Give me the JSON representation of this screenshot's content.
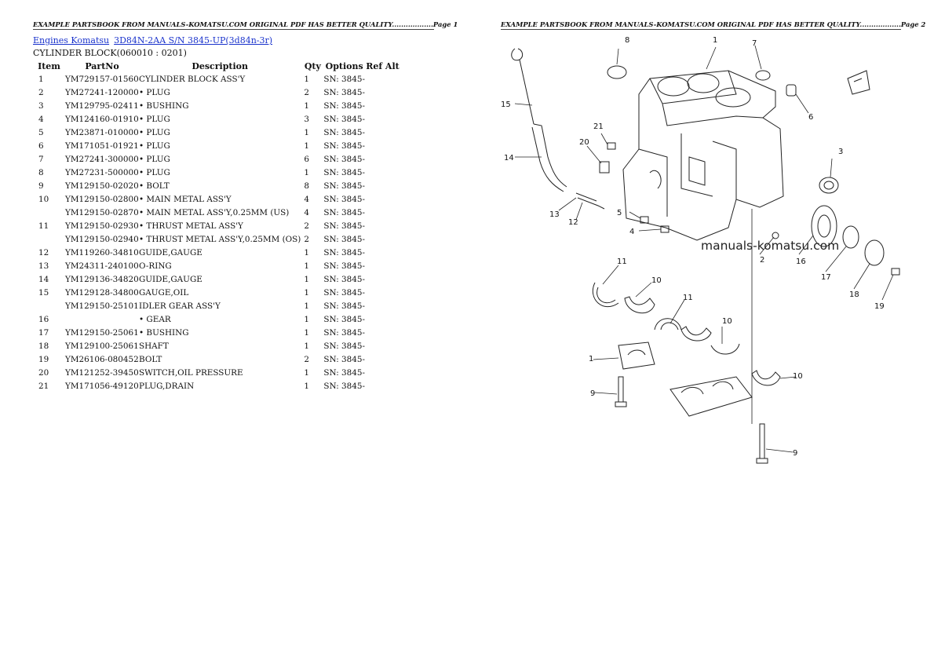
{
  "headers": {
    "left": "EXAMPLE PARTSBOOK FROM MANUALS-KOMATSU.COM ORIGINAL PDF HAS BETTER QUALITY..................Page 1",
    "right": "EXAMPLE PARTSBOOK FROM MANUALS-KOMATSU.COM ORIGINAL PDF HAS BETTER QUALITY..................Page 2"
  },
  "breadcrumb": {
    "link1": "Engines Komatsu",
    "link2": "3D84N-2AA S/N 3845-UP(3d84n-3r)"
  },
  "section_title": "CYLINDER BLOCK(060010 : 0201)",
  "table": {
    "columns": [
      "Item",
      "PartNo",
      "Description",
      "Qty",
      "Options",
      "Ref Alt"
    ],
    "rows": [
      {
        "item": "1",
        "part": "YM729157-01560",
        "desc": "CYLINDER BLOCK ASS'Y",
        "qty": "1",
        "opt": "SN: 3845-"
      },
      {
        "item": "2",
        "part": "YM27241-120000",
        "desc": "• PLUG",
        "qty": "2",
        "opt": "SN: 3845-"
      },
      {
        "item": "3",
        "part": "YM129795-02411",
        "desc": "• BUSHING",
        "qty": "1",
        "opt": "SN: 3845-"
      },
      {
        "item": "4",
        "part": "YM124160-01910",
        "desc": "• PLUG",
        "qty": "3",
        "opt": "SN: 3845-"
      },
      {
        "item": "5",
        "part": "YM23871-010000",
        "desc": "• PLUG",
        "qty": "1",
        "opt": "SN: 3845-"
      },
      {
        "item": "6",
        "part": "YM171051-01921",
        "desc": "• PLUG",
        "qty": "1",
        "opt": "SN: 3845-"
      },
      {
        "item": "7",
        "part": "YM27241-300000",
        "desc": "• PLUG",
        "qty": "6",
        "opt": "SN: 3845-"
      },
      {
        "item": "8",
        "part": "YM27231-500000",
        "desc": "• PLUG",
        "qty": "1",
        "opt": "SN: 3845-"
      },
      {
        "item": "9",
        "part": "YM129150-02020",
        "desc": "• BOLT",
        "qty": "8",
        "opt": "SN: 3845-"
      },
      {
        "item": "10",
        "part": "YM129150-02800",
        "desc": "• MAIN METAL ASS'Y",
        "qty": "4",
        "opt": "SN: 3845-"
      },
      {
        "item": "",
        "part": "YM129150-02870",
        "desc": "• MAIN METAL ASS'Y,0.25MM (US)",
        "qty": "4",
        "opt": "SN: 3845-"
      },
      {
        "item": "11",
        "part": "YM129150-02930",
        "desc": "• THRUST METAL ASS'Y",
        "qty": "2",
        "opt": "SN: 3845-"
      },
      {
        "item": "",
        "part": "YM129150-02940",
        "desc": "• THRUST METAL ASS'Y,0.25MM (OS)",
        "qty": "2",
        "opt": "SN: 3845-"
      },
      {
        "item": "12",
        "part": "YM119260-34810",
        "desc": "GUIDE,GAUGE",
        "qty": "1",
        "opt": "SN: 3845-"
      },
      {
        "item": "13",
        "part": "YM24311-240100",
        "desc": "O-RING",
        "qty": "1",
        "opt": "SN: 3845-"
      },
      {
        "item": "14",
        "part": "YM129136-34820",
        "desc": "GUIDE,GAUGE",
        "qty": "1",
        "opt": "SN: 3845-"
      },
      {
        "item": "15",
        "part": "YM129128-34800",
        "desc": "GAUGE,OIL",
        "qty": "1",
        "opt": "SN: 3845-"
      },
      {
        "item": "",
        "part": "YM129150-25101",
        "desc": "IDLER GEAR ASS'Y",
        "qty": "1",
        "opt": "SN: 3845-"
      },
      {
        "item": "16",
        "part": "",
        "desc": "• GEAR",
        "qty": "1",
        "opt": "SN: 3845-"
      },
      {
        "item": "17",
        "part": "YM129150-25061",
        "desc": "• BUSHING",
        "qty": "1",
        "opt": "SN: 3845-"
      },
      {
        "item": "18",
        "part": "YM129100-25061",
        "desc": "SHAFT",
        "qty": "1",
        "opt": "SN: 3845-"
      },
      {
        "item": "19",
        "part": "YM26106-080452",
        "desc": "BOLT",
        "qty": "2",
        "opt": "SN: 3845-"
      },
      {
        "item": "20",
        "part": "YM121252-39450",
        "desc": "SWITCH,OIL PRESSURE",
        "qty": "1",
        "opt": "SN: 3845-"
      },
      {
        "item": "21",
        "part": "YM171056-49120",
        "desc": "PLUG,DRAIN",
        "qty": "1",
        "opt": "SN: 3845-"
      }
    ]
  },
  "diagram": {
    "watermark": "manuals-komatsu.com",
    "callouts": [
      "8",
      "1",
      "7",
      "15",
      "6",
      "21",
      "20",
      "14",
      "3",
      "13",
      "12",
      "5",
      "4",
      "2",
      "16",
      "17",
      "18",
      "19",
      "11",
      "10",
      "11",
      "10",
      "1",
      "9",
      "10",
      "9"
    ]
  }
}
